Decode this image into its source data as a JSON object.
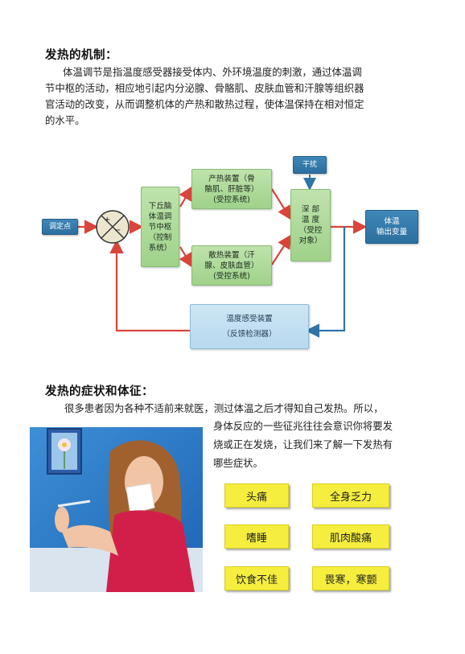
{
  "section1": {
    "heading": "发热的机制：",
    "lines": [
      "体温调节是指温度感受器接受体内、外环境温度的刺激，通过体温调",
      "节中枢的活动，相应地引起内分泌腺、骨骼肌、皮肤血管和汗腺等组织器",
      "官活动的改变，从而调整机体的产热和散热过程，使体温保持在相对恒定",
      "的水平。"
    ]
  },
  "diagram": {
    "setpoint": "调定点",
    "plus": "+",
    "minus": "−",
    "hypothalamus": [
      "下丘脑",
      "体温调",
      "节中枢",
      "（控制",
      "系统）"
    ],
    "heat_production": [
      "产热装置（骨",
      "骼肌、肝脏等）",
      "(受控系统)"
    ],
    "heat_dissipation": [
      "散热装置（汗",
      "腺、皮肤血管）",
      "(受控系统)"
    ],
    "disturbance": "干扰",
    "core_temp": [
      "深 部",
      "温 度",
      "（受控",
      "对象）"
    ],
    "output": [
      "体温",
      "输出变量"
    ],
    "sensor": [
      "温度感受装置",
      "（反馈检测器）"
    ]
  },
  "section2": {
    "heading": "发热的症状和体征：",
    "lines": [
      "很多患者因为各种不适前来就医，测过体温之后才得知自己发热。所以，",
      "身体反应的一些征兆往往会意识你将要发",
      "烧或正在发烧，让我们来了解一下发热有",
      "哪些症状。"
    ]
  },
  "symptoms": [
    "头痛",
    "全身乏力",
    "嗜睡",
    "肌肉酸痛",
    "饮食不佳",
    "畏寒，寒颤"
  ],
  "colors": {
    "arrow_red": "#d9453a",
    "tag_yellow": "#f5ee3e",
    "box_blue": "#2f74a6",
    "box_green": "#a8d793"
  }
}
